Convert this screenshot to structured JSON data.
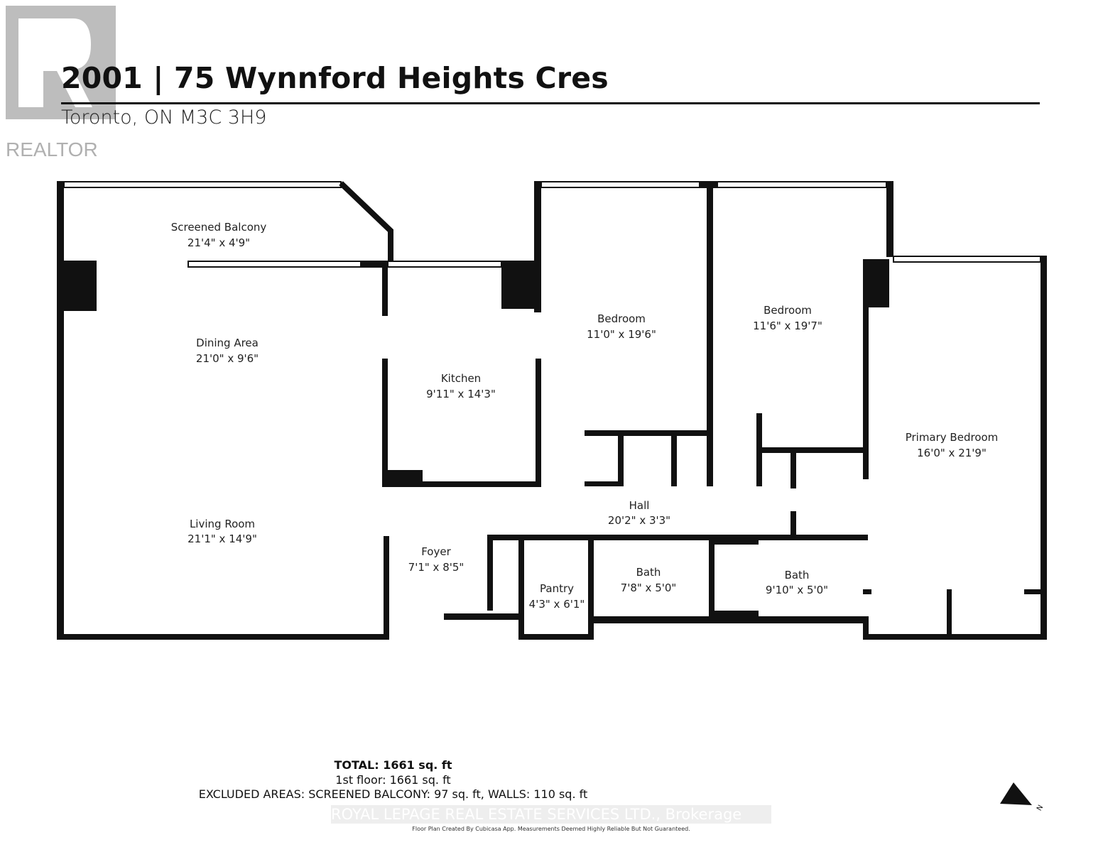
{
  "header": {
    "title": "2001 | 75 Wynnford Heights Cres",
    "subtitle": "Toronto, ON  M3C 3H9",
    "logo_text": "REALTOR"
  },
  "rooms": [
    {
      "name": "Screened Balcony",
      "dims": "21'4\" x 4'9\""
    },
    {
      "name": "Dining Area",
      "dims": "21'0\" x 9'6\""
    },
    {
      "name": "Living Room",
      "dims": "21'1\" x 14'9\""
    },
    {
      "name": "Kitchen",
      "dims": "9'11\" x 14'3\""
    },
    {
      "name": "Bedroom",
      "dims": "11'0\" x 19'6\""
    },
    {
      "name": "Bedroom",
      "dims": "11'6\" x 19'7\""
    },
    {
      "name": "Primary Bedroom",
      "dims": "16'0\" x 21'9\""
    },
    {
      "name": "Hall",
      "dims": "20'2\" x 3'3\""
    },
    {
      "name": "Foyer",
      "dims": "7'1\" x 8'5\""
    },
    {
      "name": "Pantry",
      "dims": "4'3\" x 6'1\""
    },
    {
      "name": "Bath",
      "dims": "7'8\" x 5'0\""
    },
    {
      "name": "Bath",
      "dims": "9'10\" x 5'0\""
    }
  ],
  "footer": {
    "total": "TOTAL: 1661 sq. ft",
    "floor": "1st floor: 1661 sq. ft",
    "excluded": "EXCLUDED AREAS: SCREENED BALCONY: 97 sq. ft, WALLS: 110 sq. ft",
    "brokerage": "ROYAL LEPAGE REAL ESTATE SERVICES LTD., Brokerage",
    "credit": "Floor Plan Created By Cubicasa App. Measurements Deemed Highly Reliable But Not Guaranteed."
  },
  "compass": {
    "label": "N"
  },
  "colors": {
    "wall": "#111111",
    "logo": "#b5b5b5"
  }
}
